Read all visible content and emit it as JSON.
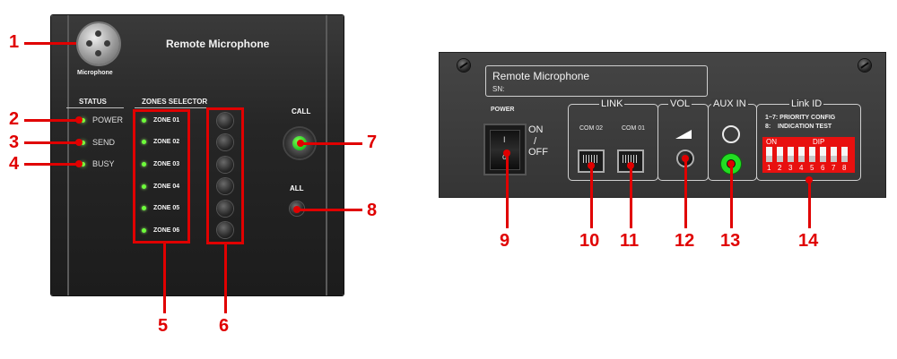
{
  "front_panel": {
    "title": "Remote Microphone",
    "mic_label": "Microphone",
    "status": {
      "header": "STATUS",
      "items": [
        "POWER",
        "SEND",
        "BUSY"
      ]
    },
    "zones": {
      "header": "ZONES SELECTOR",
      "items": [
        "ZONE 01",
        "ZONE 02",
        "ZONE 03",
        "ZONE 04",
        "ZONE 05",
        "ZONE 06"
      ]
    },
    "call_label": "CALL",
    "all_label": "ALL"
  },
  "rear_panel": {
    "title": "Remote Microphone",
    "sn_label": "SN:",
    "power_label": "POWER",
    "on_label": "ON",
    "slash": "/",
    "off_label": "OFF",
    "switch_on_mark": "I",
    "switch_off_mark": "o",
    "link": {
      "title": "LINK",
      "ports": [
        "COM 02",
        "COM 01"
      ]
    },
    "vol_title": "VOL",
    "aux_title": "AUX IN",
    "link_id": {
      "title": "Link ID",
      "note1": "1~7: PRIORITY CONFIG",
      "note2": "8:    INDICATION TEST",
      "dip_on": "ON",
      "dip_label": "DIP",
      "switch_numbers": [
        "1",
        "2",
        "3",
        "4",
        "5",
        "6",
        "7",
        "8"
      ]
    }
  },
  "callouts": [
    "1",
    "2",
    "3",
    "4",
    "5",
    "6",
    "7",
    "8",
    "9",
    "10",
    "11",
    "12",
    "13",
    "14"
  ],
  "colors": {
    "callout": "#e00000",
    "led": "#7dff3a",
    "call_button": "#20c020",
    "aux_jack": "#22dd22",
    "dip_switch": "#e8100f"
  },
  "icons": [
    "microphone-connector-icon",
    "volume-ramp-icon",
    "audio-input-icon",
    "screw-icon"
  ]
}
